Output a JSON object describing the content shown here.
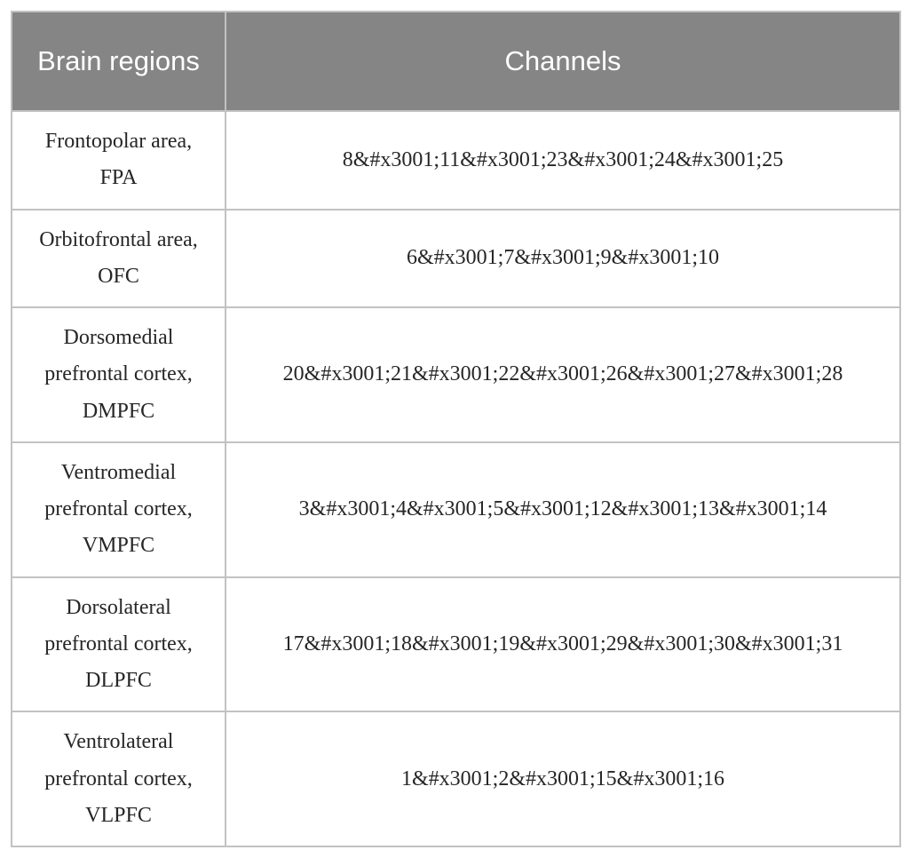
{
  "table": {
    "header": {
      "brain_regions": "Brain regions",
      "channels": "Channels"
    },
    "rows": [
      {
        "region": "Frontopolar area, FPA",
        "channels": "8&#x3001;11&#x3001;23&#x3001;24&#x3001;25"
      },
      {
        "region": "Orbitofrontal area, OFC",
        "channels": "6&#x3001;7&#x3001;9&#x3001;10"
      },
      {
        "region": "Dorsomedial prefrontal cortex, DMPFC",
        "channels": "20&#x3001;21&#x3001;22&#x3001;26&#x3001;27&#x3001;28"
      },
      {
        "region": "Ventromedial prefrontal cortex, VMPFC",
        "channels": "3&#x3001;4&#x3001;5&#x3001;12&#x3001;13&#x3001;14"
      },
      {
        "region": "Dorsolateral prefrontal cortex, DLPFC",
        "channels": "17&#x3001;18&#x3001;19&#x3001;29&#x3001;30&#x3001;31"
      },
      {
        "region": "Ventrolateral prefrontal cortex, VLPFC",
        "channels": "1&#x3001;2&#x3001;15&#x3001;16"
      }
    ]
  },
  "colors": {
    "header_bg": "#858585",
    "header_text": "#ffffff",
    "border": "#c2c2c2",
    "body_text": "#262626"
  }
}
